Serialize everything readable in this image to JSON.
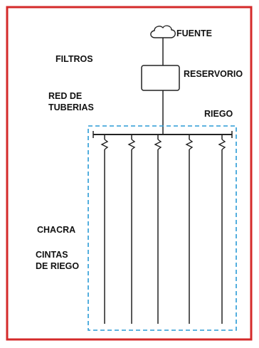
{
  "diagram": {
    "labels": {
      "fuente": "FUENTE",
      "filtros": "FILTROS",
      "reservorio": "RESERVORIO",
      "red_de_tuberias_line1": "RED DE",
      "red_de_tuberias_line2": "TUBERIAS",
      "riego": "RIEGO",
      "chacra": "CHACRA",
      "cintas_line1": "CINTAS",
      "cintas_line2": "DE RIEGO"
    },
    "colors": {
      "border": "#d42a2a",
      "dashed_box": "#2a9bd6",
      "lines": "#222222",
      "text": "#111111",
      "background": "#ffffff"
    },
    "icons": {
      "source": "cloud-icon",
      "reservoir": "rectangle-box",
      "emitter": "zigzag-connector"
    },
    "lateral_count": 5
  }
}
